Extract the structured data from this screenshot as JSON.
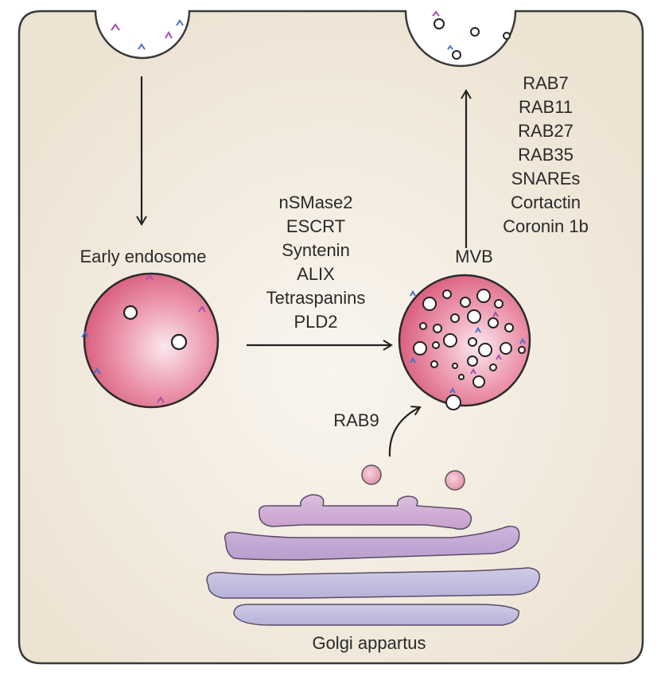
{
  "labels": {
    "early_endosome": "Early endosome",
    "mvb": "MVB",
    "rab9": "RAB9",
    "golgi": "Golgi appartus"
  },
  "transport_factors": [
    "nSMase2",
    "ESCRT",
    "Syntenin",
    "ALIX",
    "Tetraspanins",
    "PLD2"
  ],
  "secretion_factors": [
    "RAB7",
    "RAB11",
    "RAB27",
    "RAB35",
    "SNAREs",
    "Cortactin",
    "Coronin 1b"
  ],
  "colors": {
    "cytoplasm": "#efe6d8",
    "cell_border": "#3a3a3a",
    "vesicle_pink": "#e07a94",
    "golgi_purple": "#c79ac4",
    "golgi_lavender": "#b8b3da",
    "marker_blue": "#4a6fc9",
    "marker_purple": "#a24fb0"
  }
}
